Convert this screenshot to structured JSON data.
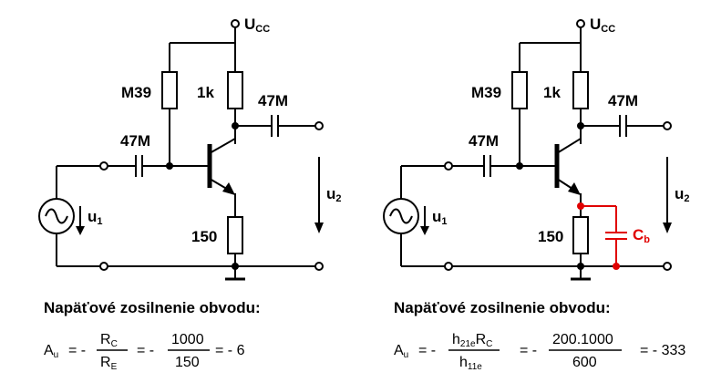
{
  "left": {
    "supply_label": "U",
    "supply_sub": "CC",
    "r_base": "M39",
    "r_collector": "1k",
    "c_in": "47M",
    "c_out": "47M",
    "r_emitter": "150",
    "input_voltage": "u",
    "input_voltage_sub": "1",
    "output_voltage": "u",
    "output_voltage_sub": "2",
    "heading": "Napäťové zosilnenie obvodu:",
    "eq": {
      "lhs": "A",
      "lhs_sub": "u",
      "eq1": "= -",
      "num": "R",
      "num_sub": "C",
      "den": "R",
      "den_sub": "E",
      "eq2": "= -",
      "num2": "1000",
      "den2": "150",
      "result": "= - 6"
    }
  },
  "right": {
    "supply_label": "U",
    "supply_sub": "CC",
    "r_base": "M39",
    "r_collector": "1k",
    "c_in": "47M",
    "c_out": "47M",
    "r_emitter": "150",
    "c_bypass": "C",
    "c_bypass_sub": "b",
    "input_voltage": "u",
    "input_voltage_sub": "1",
    "output_voltage": "u",
    "output_voltage_sub": "2",
    "heading": "Napäťové zosilnenie obvodu:",
    "eq": {
      "lhs": "A",
      "lhs_sub": "u",
      "eq1": "= -",
      "num_a": "h",
      "num_a_sub": "21e",
      "num_b": "R",
      "num_b_sub": "C",
      "den": "h",
      "den_sub": "11e",
      "eq2": "= -",
      "num2": "200.1000",
      "den2": "600",
      "result": "= - 333"
    }
  },
  "colors": {
    "wire": "#000000",
    "highlight": "#e00000"
  }
}
